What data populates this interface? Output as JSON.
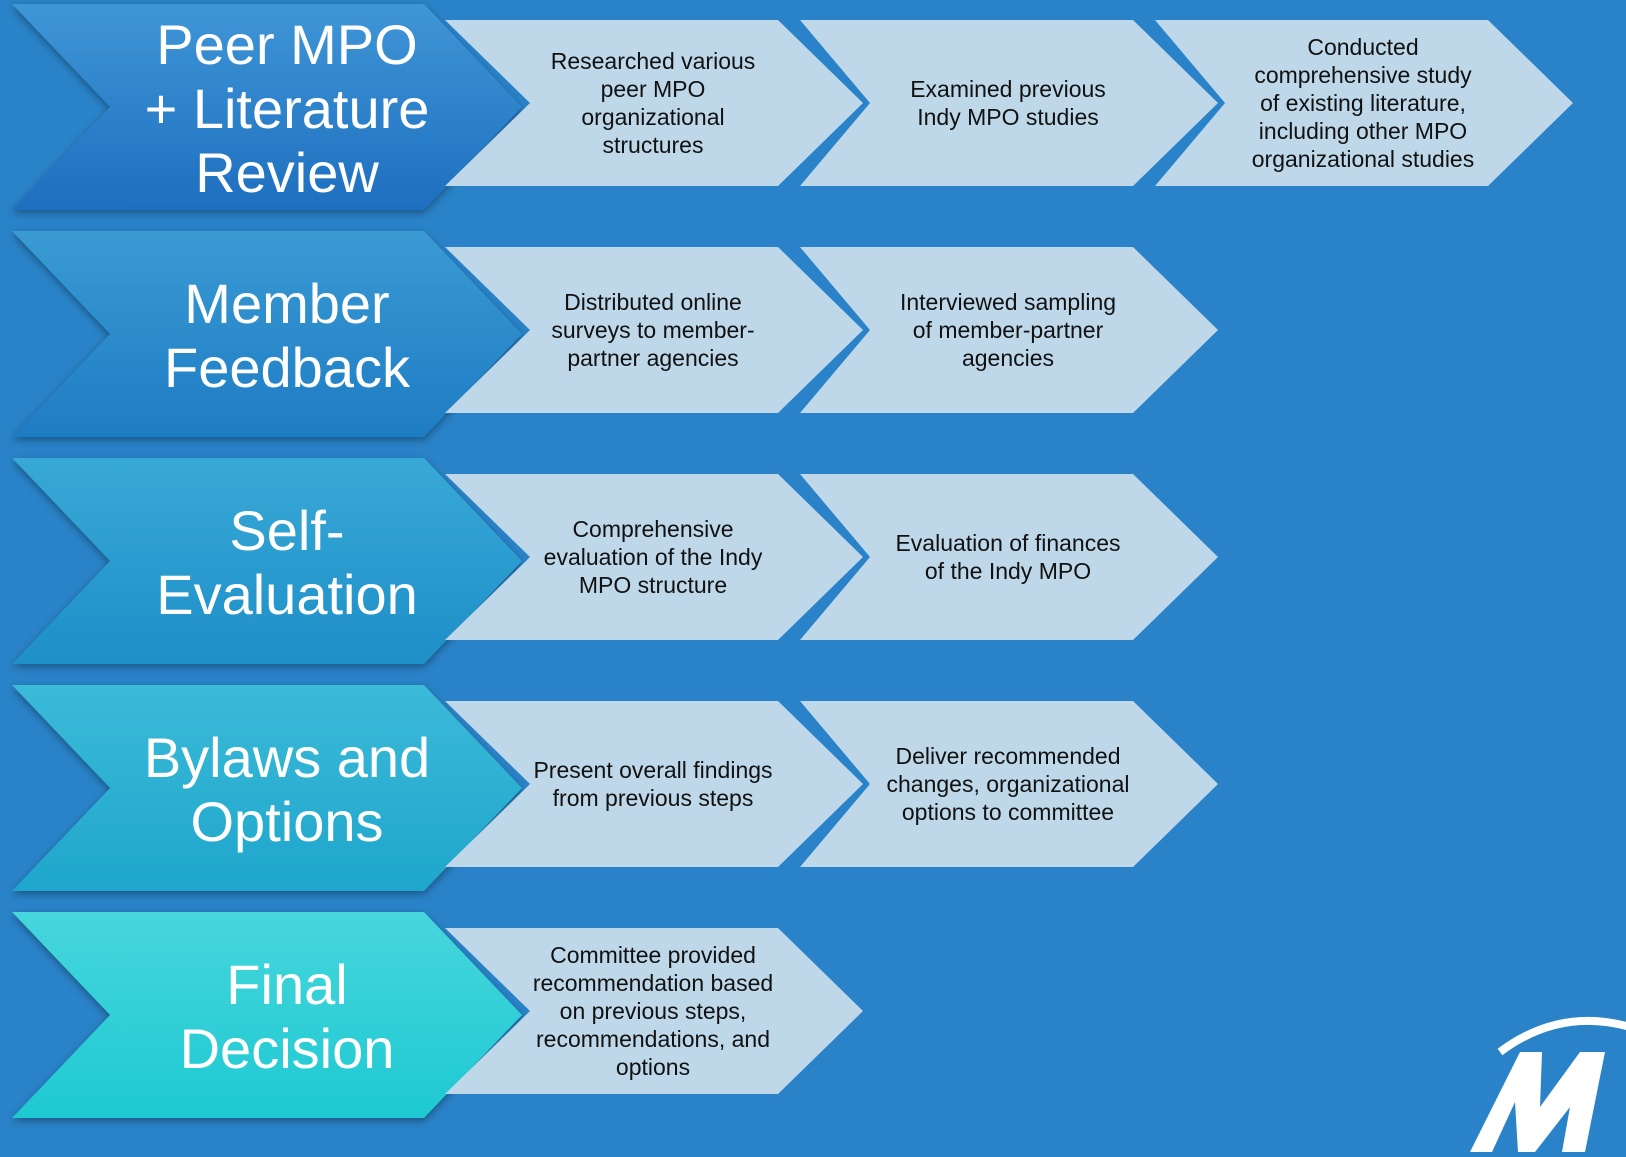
{
  "colors": {
    "background": "#2a83c8",
    "step_fill": "#bed8ea",
    "phase_colors": [
      [
        "#3f96d6",
        "#1e6fbf"
      ],
      [
        "#3a9bd3",
        "#1e7cc4"
      ],
      [
        "#38a9d6",
        "#1e8fc8"
      ],
      [
        "#3bbad8",
        "#1ea6cc"
      ],
      [
        "#46d6dc",
        "#1ec9d2"
      ]
    ]
  },
  "phases": [
    {
      "label": "Peer MPO\n+ Literature\nReview",
      "steps": [
        "Researched various\npeer MPO\norganizational\nstructures",
        "Examined previous\nIndy MPO studies",
        "Conducted\ncomprehensive study\nof existing literature,\nincluding other MPO\norganizational studies"
      ]
    },
    {
      "label": "Member\nFeedback",
      "steps": [
        "Distributed online\nsurveys to member-\npartner agencies",
        "Interviewed sampling\nof member-partner\nagencies"
      ]
    },
    {
      "label": "Self-\nEvaluation",
      "steps": [
        "Comprehensive\nevaluation of the Indy\nMPO structure",
        "Evaluation of finances\nof the Indy MPO"
      ]
    },
    {
      "label": "Bylaws and\nOptions",
      "steps": [
        "Present overall findings\nfrom previous steps",
        "Deliver recommended\nchanges, organizational\noptions to committee"
      ]
    },
    {
      "label": "Final\nDecision",
      "steps": [
        "Committee provided\nrecommendation based\non previous steps,\nrecommendations, and\noptions"
      ]
    }
  ],
  "logo_icon": "mpo-logo-icon"
}
